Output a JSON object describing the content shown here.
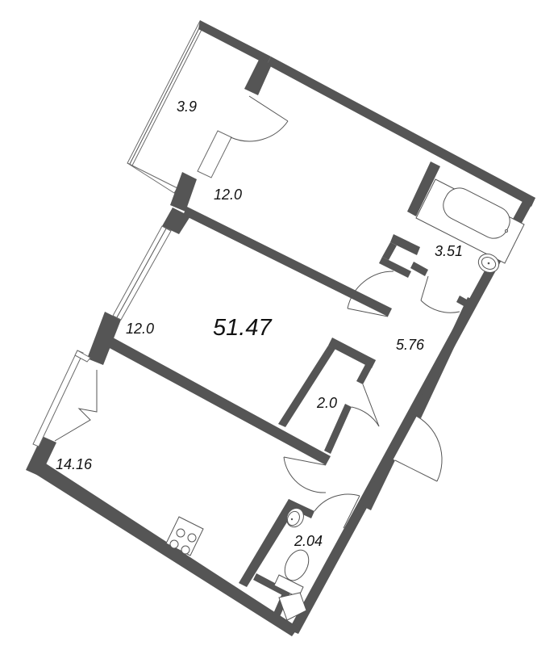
{
  "plan": {
    "total_area": "51.47",
    "rooms": [
      {
        "id": "balcony",
        "area": "3.9"
      },
      {
        "id": "bedroom_top",
        "area": "12.0"
      },
      {
        "id": "bedroom_middle",
        "area": "12.0"
      },
      {
        "id": "bathroom",
        "area": "3.51"
      },
      {
        "id": "hallway",
        "area": "5.76"
      },
      {
        "id": "storage",
        "area": "2.0"
      },
      {
        "id": "kitchen_living",
        "area": "14.16"
      },
      {
        "id": "toilet",
        "area": "2.04"
      }
    ],
    "colors": {
      "wall": "#555555",
      "line": "#555555",
      "background": "#ffffff",
      "text": "#111111"
    },
    "fixtures": [
      "bathtub-icon",
      "washbasin-icon",
      "toilet-icon",
      "stove-icon"
    ]
  }
}
